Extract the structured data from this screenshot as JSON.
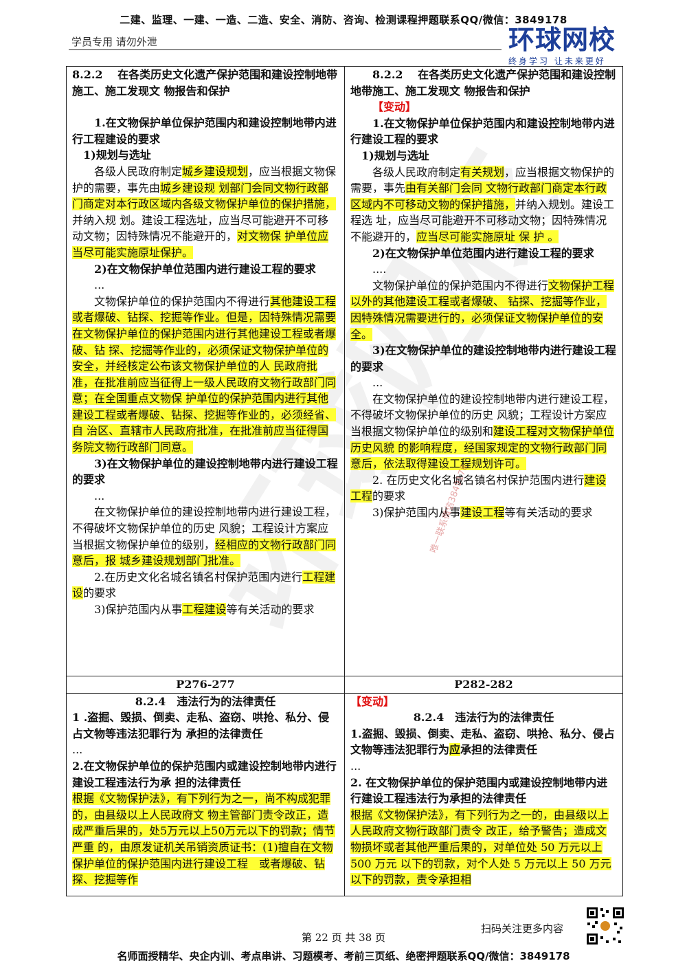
{
  "header": {
    "top_line": "二建、监理、一建、一造、二造、安全、消防、咨询、检测课程押题联系QQ/微信：3849178",
    "left_note": "学员专用 请勿外泄",
    "logo_main": "环球网校",
    "logo_sub": "终身学习 让未来更好"
  },
  "left_top": {
    "title": "8.2.2　 在各类历史文化遗产保护范围和建设控制地带施工、施工发现文 物报告和保护",
    "s1": "1.在文物保护单位保护范围内和建设控制地带内进行工程建设的要求",
    "s1_1": "1)规划与选址",
    "p1_a": "各级人民政府制定",
    "p1_b": "城乡建设规划",
    "p1_c": "，应当根据文物保护的需要，事先由",
    "p1_d": "城乡建设规 划部门会同文物行政部门商定对本行政区域内各级文物保护单位的保护措施，",
    "p1_e": "并纳入规 划。建设工程选址，应当尽可能避开不可移动文物；因特殊情况不能避开的，",
    "p1_f": "对文物保 护单位应当尽可能实施原址保护。",
    "s1_2": "2)在文物保护单位范围内进行建设工程的要求",
    "dots1": "...",
    "p2_a": "文物保护单位的保护范围内不得进行",
    "p2_b": "其他建设工程或者爆破、钻探、挖掘等作业。但是，因特殊情况需要在文物保护单位的保护范围内进行其他建设工程或者爆破、钻 探、挖掘等作业的，必须保证文物保护单位的安全，并经核定公布该文物保护单位的人 民政府批准，在批准前应当征得上一级人民政府文物行政部门同意；在全国重点文物保 护单位的保护范围内进行其他建设工程或者爆破、钻探、挖掘等作业的，必须经省、自 治区、直辖市人民政府批准，在批准前应当征得国务院文物行政部门同意。",
    "s1_3": "3)在文物保护单位的建设控制地带内进行建设工程的要求",
    "dots2": "...",
    "p3_a": "在文物保护单位的建设控制地带内进行建设工程，不得破坏文物保护单位的历史 风貌；工程设计方案应当根据文物保护单位的级别，",
    "p3_b": "经相应的文物行政部门同意后，报 城乡建设规划部门批准。",
    "s2_a": "2.在历史文化名城名镇名村保护范围内进行",
    "s2_b": "工程建设",
    "s2_c": "的要求",
    "s3_a": "3)保护范围内从事",
    "s3_b": "工程建设",
    "s3_c": "等有关活动的要求"
  },
  "right_top": {
    "title": "8.2.2　 在各类历史文化遗产保护范围和建设控制地带施工、施工发现文 物报告和保护",
    "change": "【变动】",
    "s1": "1.在文物保护单位保护范围内和建设控制地带内进行建设工程的要求",
    "s1_1": "1)规划与选址",
    "p1_a": "各级人民政府制定",
    "p1_b": "有关规划",
    "p1_c": "，应当根据文物保护的需要，事先",
    "p1_d": "由有关部门会同 文物行政部门商定本行政区域内不可移动文物的保护措施，",
    "p1_e": "并纳入规划。建设工程选 址，应当尽可能避开不可移动文物；因特殊情况不能避开的，",
    "p1_f": "应当尽可能实施原址 保 护 。",
    "s1_2": "2)在文物保护单位范围内进行建设工程的要求",
    "dots1": "....",
    "p2_a": "文物保护单位的保护范围内不得进行",
    "p2_b": "文物保护工程以外的其他建设工程或者爆破、 钻探、挖掘等作业，因特殊情况需要进行的，必须保证文物保护单位的安全。",
    "s1_3": "3)在文物保护单位的建设控制地带内进行建设工程的要求",
    "dots2": "...",
    "p3_a": "在文物保护单位的建设控制地带内进行建设工程，不得破坏文物保护单位的历史 风貌；工程设计方案应当根据文物保护单位的级别和",
    "p3_b": "建设工程对文物保护单位历史风貌 的影响程度，经国家规定的文物行政部门同意后，依法取得建设工程规划许可。",
    "s2_a": "2. 在历史文化名城名镇名村保护范围内进行",
    "s2_b": "建设工程",
    "s2_c": "的要求",
    "s3_a": "3)保护范围内从事",
    "s3_b": "建设工程",
    "s3_c": "等有关活动的要求"
  },
  "pages": {
    "left": "P276-277",
    "right": "P282-282"
  },
  "left_bottom": {
    "title": "8.2.4　违法行为的法律责任",
    "s1": "1 .盗掘、毁损、倒卖、走私、盗窃、哄抢、私分、侵占文物等违法犯罪行为 承担的法律责任",
    "dots": "...",
    "s2": "2.在文物保护单位的保护范围内或建设控制地带内进行建设工程违法行为承 担的法律责任",
    "p1": "根据《文物保护法》，有下列行为之一，尚不构成犯罪的，由县级以上人民政府文 物主管部门责令改正，造成严重后果的，处5万元以上50万元以下的罚款；情节严重 的，由原发证机关吊销资质证书：(1)擅自在文物保护单位的保护范围内进行建设工程　或者爆破、钻探、挖掘等作"
  },
  "right_bottom": {
    "change": "【变动】",
    "title": "8.2.4　违法行为的法律责任",
    "s1_a": "1.盗掘、毁损、倒卖、走私、盗窃、哄抢、私分、侵占文物等违法犯罪行为",
    "s1_b": "应",
    "s1_c": "承担的法律责任",
    "dots": "...",
    "s2": "2. 在文物保护单位的保护范围内或建设控制地带内进行建设工程违法行为承担的法律责任",
    "p1": "根据《文物保护法》，有下列行为之一的，由县级以上人民政府文物行政部门责令 改正，给予警告；造成文物损坏或者其他严重后果的，对单位处 50 万元以上 500 万元 以下的罚款，对个人处 5 万元以上 50 万元以下的罚款，责令承担相"
  },
  "watermark": {
    "big": "环球网校",
    "small": "唯一联系微信3849178"
  },
  "footer": {
    "scan": "扫码关注更多内容",
    "page_info": "第 22 页 共 38 页",
    "bottom_line": "名师面授精华、央企内训、考点串讲、习题模考、考前三页纸、绝密押题联系QQ/微信：3849178"
  },
  "colors": {
    "highlight": "#ffff33",
    "change_red": "#e01010",
    "logo_blue": "#1d3f99"
  }
}
